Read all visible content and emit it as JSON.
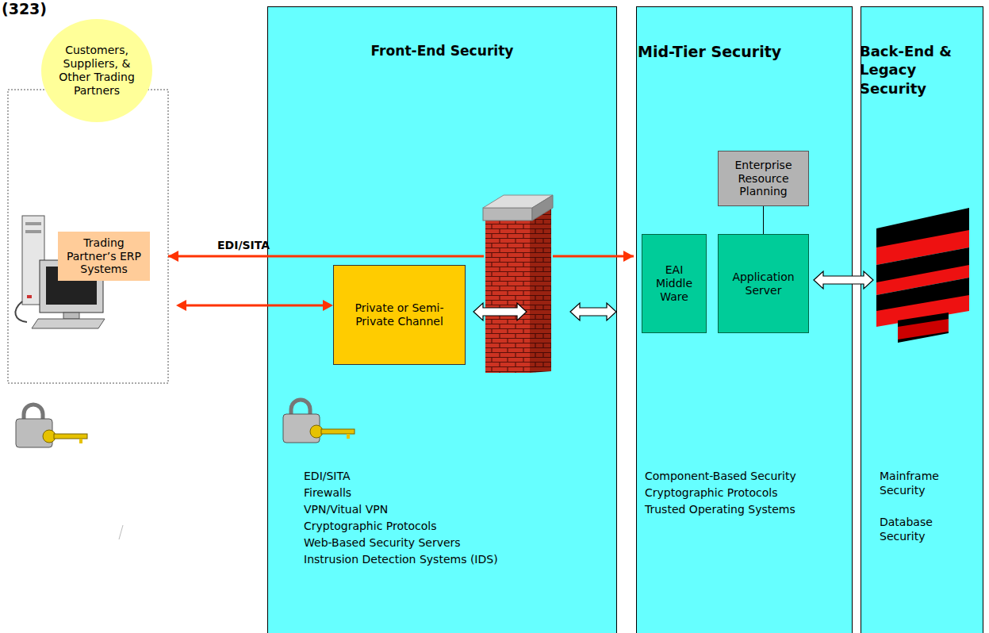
{
  "diagram": {
    "nodes": [
      {
        "text": [
          "Customers, Suppliers, & Other Trading Partners"
        ]
      },
      {
        "text": [
          "Trading Partner’s ERP Systems"
        ]
      },
      {
        "text": [
          "Front-End Security",
          "EDI/SITA",
          "Firewalls",
          "VPN/Vitual VPN",
          "Cryptographic Protocols",
          "Web-Based Security Servers",
          "Instrusion Detection Systems (IDS)"
        ]
      },
      {
        "text": [
          "Private or Semi-Private Channel"
        ],
        "in": 2
      },
      {
        "text": [
          "Mid-Tier Security",
          "Component-Based Security",
          "Cryptographic Protocols",
          "Trusted Operating Systems"
        ]
      },
      {
        "text": [
          "Enterprise Resource Planning"
        ],
        "in": 4
      },
      {
        "text": [
          "EAI Middle Ware"
        ],
        "in": 4
      },
      {
        "text": [
          "Application Server"
        ],
        "in": 4
      },
      {
        "text": [
          "Back-End & Legacy Security",
          "Mainframe Security",
          "Database Security"
        ]
      }
    ],
    "edges": [
      {
        "from": 1,
        "to": 6,
        "arrow": "both",
        "label": "EDI/SITA"
      },
      {
        "from": 1,
        "to": 3,
        "arrow": "both"
      },
      {
        "from": 3,
        "to": 6,
        "arrow": "both"
      },
      {
        "from": 5,
        "to": 7,
        "arrow": "none"
      },
      {
        "from": 7,
        "to": 8,
        "arrow": "both"
      }
    ],
    "labels": [
      "(323)"
    ]
  }
}
